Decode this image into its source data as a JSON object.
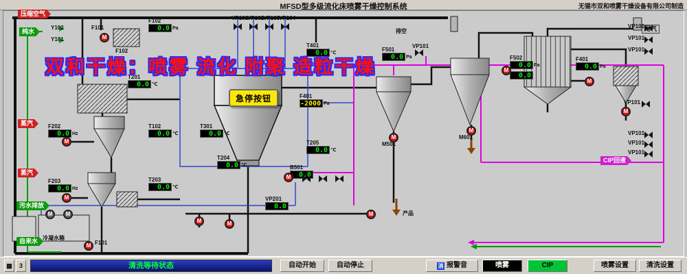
{
  "window": {
    "title": "MFSD型多级流化床喷雾干燥控制系统",
    "manufacturer": "无锡市双和喷雾干燥设备有限公司制造"
  },
  "watermark": {
    "text": "双和干燥：喷雾 流化 附聚 造粒干燥",
    "color": "#ff1010",
    "outline_color": "#2a2aff"
  },
  "emergency_button": {
    "label": "急停按钮",
    "color": "#ffe800"
  },
  "icons": {
    "pump_letter": "M",
    "grid": "▦"
  },
  "status_bar": {
    "page": "3",
    "text": "清洗等待状态",
    "text_color": "#00ff44"
  },
  "toolbar": {
    "auto_start": "自动开始",
    "auto_stop": "自动停止",
    "alarm_mute": "消",
    "alarm_label": "报警音",
    "spray": "喷雾",
    "cip": "CIP",
    "spray_settings": "喷雾设置",
    "clean_settings": "清洗设置"
  },
  "flow_tags": [
    {
      "id": "compressed-air",
      "text": "压缩空气",
      "color": "#cc2222"
    },
    {
      "id": "pure-water",
      "text": "纯水",
      "color": "#0f9a0f"
    },
    {
      "id": "steam-1",
      "text": "蒸汽",
      "color": "#cc2222"
    },
    {
      "id": "steam-2",
      "text": "蒸汽",
      "color": "#cc2222"
    },
    {
      "id": "waste-drain",
      "text": "污水排放",
      "color": "#0f9a0f"
    },
    {
      "id": "tap-water",
      "text": "自来水",
      "color": "#0f9a0f"
    },
    {
      "id": "cip-return",
      "text": "CIP回液",
      "color": "#cc22cc"
    }
  ],
  "displays": [
    {
      "id": "F102",
      "label": "F102",
      "value": "0.0",
      "unit": "Pa"
    },
    {
      "id": "T201",
      "label": "T201",
      "value": "0.0",
      "unit": "℃"
    },
    {
      "id": "T102",
      "label": "T102",
      "value": "0.0",
      "unit": "℃"
    },
    {
      "id": "F202",
      "label": "F202",
      "value": "0.0",
      "unit": "Hz"
    },
    {
      "id": "T203",
      "label": "T203",
      "value": "0.0",
      "unit": "℃"
    },
    {
      "id": "F203",
      "label": "F203",
      "value": "0.0",
      "unit": "Hz"
    },
    {
      "id": "T301",
      "label": "T301",
      "value": "0.0",
      "unit": "℃"
    },
    {
      "id": "T204",
      "label": "T204",
      "value": "0.0",
      "unit": "℃"
    },
    {
      "id": "T401",
      "label": "T401",
      "value": "0.0",
      "unit": "℃"
    },
    {
      "id": "F401",
      "label": "F401",
      "value": "-2000",
      "unit": "Pa",
      "value_color": "#ffee00"
    },
    {
      "id": "T205",
      "label": "T205",
      "value": "0.0",
      "unit": "℃"
    },
    {
      "id": "B501",
      "label": "B501",
      "value": "0.0"
    },
    {
      "id": "VP201",
      "label": "VP201",
      "value": "0.0"
    },
    {
      "id": "F501",
      "label": "F501",
      "value": "0.0",
      "unit": "Pa"
    },
    {
      "id": "F502",
      "label": "F502",
      "value": "0.0",
      "unit": "Pa"
    },
    {
      "id": "F502B",
      "label": "",
      "value": "0.0"
    },
    {
      "id": "F401R",
      "label": "F401",
      "value": "0.0",
      "unit": "Pa"
    }
  ],
  "device_labels": [
    {
      "id": "y102",
      "text": "Y102"
    },
    {
      "id": "y101",
      "text": "Y101"
    },
    {
      "id": "f101",
      "text": "F101"
    },
    {
      "id": "f102u",
      "text": "F102"
    },
    {
      "id": "vp101t",
      "text": "VP101"
    },
    {
      "id": "vp102t",
      "text": "VP102"
    },
    {
      "id": "vp103t",
      "text": "VP103"
    },
    {
      "id": "vp104t",
      "text": "VP104"
    },
    {
      "id": "paikong",
      "text": "排空"
    },
    {
      "id": "weiqi",
      "text": "尾气",
      "boxed": true
    },
    {
      "id": "vp101m",
      "text": "VP101"
    },
    {
      "id": "m501",
      "text": "M501"
    },
    {
      "id": "m601",
      "text": "M601"
    },
    {
      "id": "vp101r1",
      "text": "VP101"
    },
    {
      "id": "vp101r2",
      "text": "VP101"
    },
    {
      "id": "vp101r3",
      "text": "VP101"
    },
    {
      "id": "vp101r4",
      "text": "VP101"
    },
    {
      "id": "vp101r5",
      "text": "VP101"
    },
    {
      "id": "vp101r6",
      "text": "VP101"
    },
    {
      "id": "vp101r7",
      "text": "VP101"
    },
    {
      "id": "chanpin",
      "text": "产品"
    },
    {
      "id": "lengningshuixiang",
      "text": "冷凝水箱"
    },
    {
      "id": "f101b",
      "text": "F101"
    }
  ]
}
